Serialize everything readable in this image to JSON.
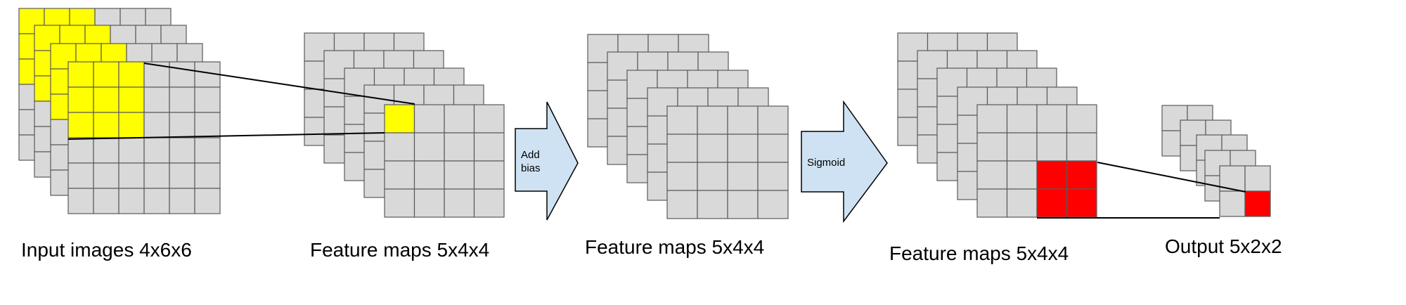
{
  "diagram": {
    "stages": [
      {
        "caption": "Input images 4x6x6"
      },
      {
        "caption": "Feature maps 5x4x4"
      },
      {
        "caption": "Feature maps 5x4x4"
      },
      {
        "caption": "Feature maps 5x4x4"
      },
      {
        "caption": "Output 5x2x2"
      }
    ],
    "arrows": [
      {
        "line1": "Add",
        "line2": "bias"
      },
      {
        "line1": "Sigmoid"
      }
    ],
    "colors": {
      "cell": "#d9d9d9",
      "grid_line": "#5a5a5a",
      "highlight_yellow": "#ffff00",
      "highlight_red": "#ff0000",
      "arrow_fill": "#cfe2f3",
      "connector": "#000000"
    }
  }
}
